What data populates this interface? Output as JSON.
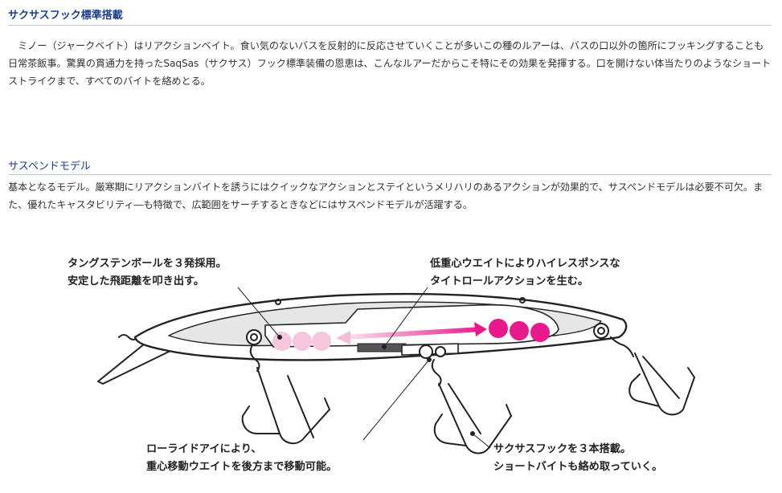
{
  "sections": [
    {
      "heading": "サクサスフック標準搭載",
      "paragraph": "　ミノー（ジャークベイト）はリアクションベイト。食い気のないバスを反射的に反応させていくことが多いこの種のルアーは、バスの口以外の箇所にフッキングすることも日常茶飯事。驚異の貫通力を持ったSaqSas（サクサス）フック標準装備の恩恵は、こんなルアーだからこそ特にその効果を発揮する。口を開けない体当たりのようなショートストライクまで、すべてのバイトを絡めとる。"
    },
    {
      "heading": "サスペンドモデル",
      "paragraph": "基本となるモデル。厳寒期にリアクションバイトを誘うにはクイックなアクションとステイというメリハリのあるアクションが効果的で、サスペンドモデルは必要不可欠。また、優れたキャスタビリティ―も特徴で、広範囲をサーチするときなどにはサスペンドモデルが活躍する。"
    }
  ],
  "diagram": {
    "callouts": {
      "tungsten": [
        "タングステンボールを３発採用。",
        "安定した飛距離を叩き出す。"
      ],
      "low_center": [
        "低重心ウエイトによりハイレスポンスな",
        "タイトロールアクションを生む。"
      ],
      "low_ride": [
        "ローライドアイにより、",
        "重心移動ウエイトを後方まで移動可能。"
      ],
      "saqsas_hook": [
        "サクサスフックを３本搭載。",
        "ショートバイトも絡め取っていく。"
      ]
    },
    "colors": {
      "weight_ball": "#e8198b",
      "weight_ball_faded": "#f6c6de",
      "lure_body": "#e6e6e6",
      "outline": "#222222"
    }
  }
}
